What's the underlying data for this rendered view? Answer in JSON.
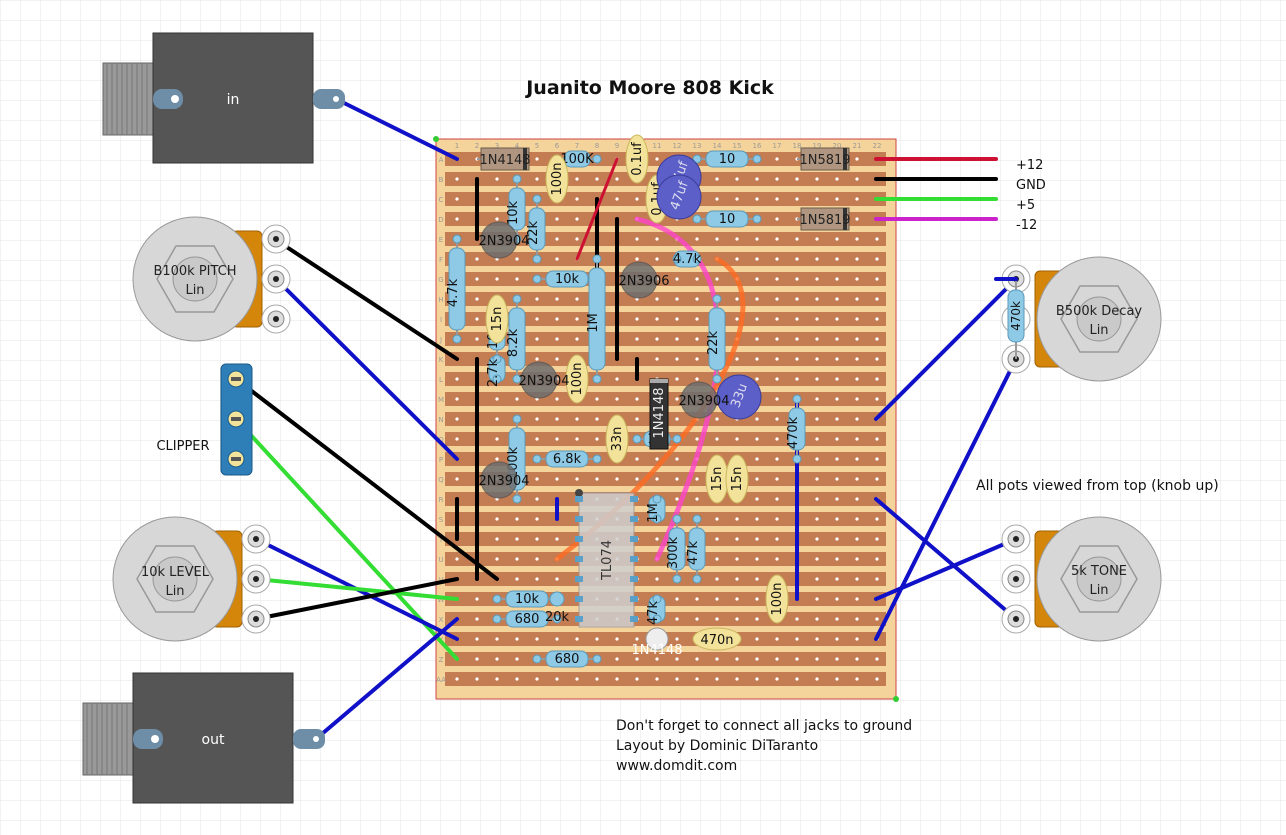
{
  "title": "Juanito Moore 808 Kick",
  "jacks": {
    "in": "in",
    "out": "out"
  },
  "pots": {
    "pitch": {
      "name": "B100k PITCH",
      "taper": "Lin"
    },
    "level": {
      "name": "10k LEVEL",
      "taper": "Lin"
    },
    "decay": {
      "name": "B500k Decay",
      "taper": "Lin"
    },
    "tone": {
      "name": "5k TONE",
      "taper": "Lin"
    }
  },
  "clipper_label": "CLIPPER",
  "power_labels": [
    "+12",
    "GND",
    "+5",
    "-12"
  ],
  "pots_note": "All pots viewed from top (knob up)",
  "footer": [
    "Don't forget to connect all jacks to ground",
    "Layout by Dominic DiTaranto",
    "www.domdit.com"
  ],
  "board": {
    "column_labels": [
      "1",
      "2",
      "3",
      "4",
      "5",
      "6",
      "7",
      "8",
      "9",
      "10",
      "11",
      "12",
      "13",
      "14",
      "15",
      "16",
      "17",
      "18",
      "19",
      "20",
      "21",
      "22"
    ],
    "row_labels": [
      "A",
      "B",
      "C",
      "D",
      "E",
      "F",
      "G",
      "H",
      "I",
      "J",
      "K",
      "L",
      "M",
      "N",
      "O",
      "P",
      "Q",
      "R",
      "S",
      "T",
      "U",
      "V",
      "W",
      "X",
      "Y",
      "Z",
      "AA"
    ]
  },
  "components": {
    "diodes": [
      "1N4148",
      "1N5819",
      "1N5819",
      "1N4148",
      "1N4148"
    ],
    "transistors": [
      "2N3904",
      "2N3906",
      "2N3904",
      "2N3904",
      "2N3904"
    ],
    "ic": "TL074",
    "resistors": [
      "100K",
      "10",
      "10",
      "10k",
      "22k",
      "4.7k",
      "10k",
      "4.7k",
      "1M",
      "22k",
      "100k",
      "8.2k",
      "2.7k",
      "470k",
      "100k",
      "6.8k",
      "1M",
      "1M",
      "300k",
      "47k",
      "10k",
      "680",
      "20k",
      "47k",
      "680",
      "470k"
    ],
    "caps_film": [
      "100n",
      "0.1uf",
      "0.1uf",
      "15n",
      "100n",
      "33n",
      "15n",
      "15n",
      "100n",
      "470n"
    ],
    "caps_electrolytic": [
      "47uf",
      "47uf",
      "33u"
    ]
  },
  "colors": {
    "board": "#f5d49c",
    "strip": "#c47d52",
    "wire_blue": "#1010c8",
    "wire_black": "#000000",
    "wire_green": "#33dd33",
    "wire_red": "#cc1133",
    "wire_magenta": "#cc22cc",
    "resistor": "#8ecae6",
    "film_cap": "#f3e39a",
    "electrolytic": "#5b5fc7"
  }
}
